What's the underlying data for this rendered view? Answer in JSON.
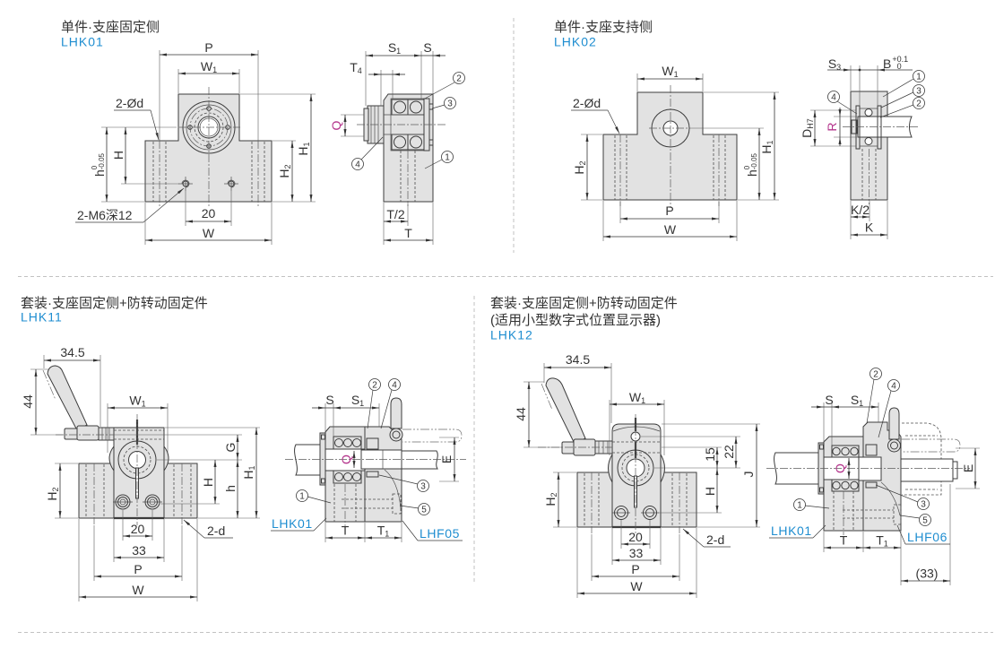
{
  "colors": {
    "background": "#ffffff",
    "text": "#333333",
    "code": "#1e8dd0",
    "highlight": "#b4358c",
    "part_fill": "#e2e2e2",
    "outline": "#3c3c3c",
    "divider": "#c2c2c2"
  },
  "panels": {
    "lhk01": {
      "title": "单件·支座固定侧",
      "code": "LHK01",
      "front_view": {
        "P": "P",
        "W1": {
          "base": "W",
          "sub": "1"
        },
        "hole_note": "2-Ød",
        "tap_note": "2-M6深12",
        "h": {
          "base": "h",
          "upper": "0",
          "lower": "-0.05"
        },
        "H": "H",
        "H1": {
          "base": "H",
          "sub": "1"
        },
        "H2": {
          "base": "H",
          "sub": "2"
        },
        "tap_pitch": "20",
        "W": "W"
      },
      "side_view": {
        "S1": {
          "base": "S",
          "sub": "1"
        },
        "S": "S",
        "T4": {
          "base": "T",
          "sub": "4"
        },
        "Q": "Q",
        "T_half": "T/2",
        "T": "T",
        "callouts": [
          "2",
          "3",
          "1",
          "4"
        ]
      }
    },
    "lhk02": {
      "title": "单件·支座支持侧",
      "code": "LHK02",
      "front_view": {
        "W1": {
          "base": "W",
          "sub": "1"
        },
        "hole_note": "2-Ød",
        "H2": {
          "base": "H",
          "sub": "2"
        },
        "h": {
          "base": "h",
          "upper": "0",
          "lower": "-0.05"
        },
        "H1": {
          "base": "H",
          "sub": "1"
        },
        "P": "P",
        "W": "W"
      },
      "side_view": {
        "S3": {
          "base": "S",
          "sub": "3"
        },
        "B": {
          "base": "B",
          "upper": "+0.1",
          "lower": "0"
        },
        "D": {
          "base": "D",
          "sub": "H7"
        },
        "R": "R",
        "K_half": "K/2",
        "K": "K",
        "callouts": [
          "1",
          "3",
          "2",
          "4"
        ]
      }
    },
    "lhk11": {
      "title": "套装·支座固定侧+防转动固定件",
      "code": "LHK11",
      "front_view": {
        "lever_offset": "34.5",
        "lever_height": "44",
        "W1": {
          "base": "W",
          "sub": "1"
        },
        "G": "G",
        "H": "H",
        "h": "h",
        "H1": {
          "base": "H",
          "sub": "1"
        },
        "H2": {
          "base": "H",
          "sub": "2"
        },
        "hole_pitch": "20",
        "block_width": "33",
        "P": "P",
        "W": "W",
        "hole_note": "2-d"
      },
      "side_view": {
        "S": "S",
        "S1": {
          "base": "S",
          "sub": "1"
        },
        "Q": "Q",
        "E": "E",
        "T": "T",
        "T1": {
          "base": "T",
          "sub": "1"
        },
        "callouts": [
          "2",
          "4",
          "3",
          "5",
          "1"
        ],
        "support_ref": "LHK01",
        "anti_rotation_ref": "LHF05"
      }
    },
    "lhk12": {
      "title": "套装·支座固定侧+防转动固定件",
      "subtitle": "(适用小型数字式位置显示器)",
      "code": "LHK12",
      "front_view": {
        "lever_offset": "34.5",
        "lever_height": "44",
        "W1": {
          "base": "W",
          "sub": "1"
        },
        "dim_15": "15",
        "dim_22": "22",
        "J": "J",
        "H": "H",
        "H2": {
          "base": "H",
          "sub": "2"
        },
        "hole_pitch": "20",
        "block_width": "33",
        "P": "P",
        "W": "W",
        "hole_note": "2-d"
      },
      "side_view": {
        "S": "S",
        "S1": {
          "base": "S",
          "sub": "1"
        },
        "Q": "Q",
        "E": "E",
        "T": "T",
        "T1": {
          "base": "T",
          "sub": "1"
        },
        "display_offset": "(33)",
        "callouts": [
          "2",
          "4",
          "3",
          "5",
          "1"
        ],
        "support_ref": "LHK01",
        "anti_rotation_ref": "LHF06"
      }
    }
  }
}
